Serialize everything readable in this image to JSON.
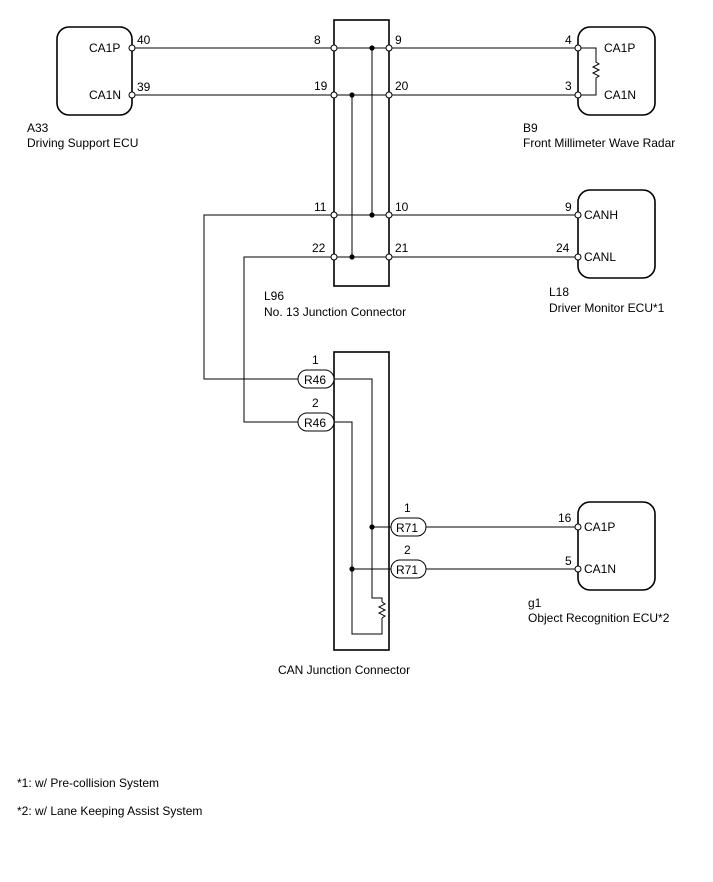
{
  "a33": {
    "code": "A33",
    "name": "Driving Support ECU",
    "p1": "CA1P",
    "p2": "CA1N",
    "n1": "40",
    "n2": "39"
  },
  "b9": {
    "code": "B9",
    "name": "Front Millimeter Wave Radar",
    "p1": "CA1P",
    "p2": "CA1N",
    "n1": "4",
    "n2": "3"
  },
  "l96": {
    "code": "L96",
    "name": "No. 13 Junction Connector",
    "p8": "8",
    "p9": "9",
    "p19": "19",
    "p20": "20",
    "p11": "11",
    "p10": "10",
    "p22": "22",
    "p21": "21"
  },
  "l18": {
    "code": "L18",
    "name": "Driver Monitor ECU*1",
    "p1": "CANH",
    "p2": "CANL",
    "n1": "9",
    "n2": "24"
  },
  "can": {
    "name": "CAN Junction Connector",
    "tag1": "R46",
    "tag2": "R46",
    "tag3": "R71",
    "tag4": "R71",
    "n1": "1",
    "n2": "2",
    "n3": "1",
    "n4": "2"
  },
  "g1": {
    "code": "g1",
    "name": "Object Recognition ECU*2",
    "p1": "CA1P",
    "p2": "CA1N",
    "n1": "16",
    "n2": "5"
  },
  "notes": [
    "*1: w/ Pre-collision System",
    "*2: w/ Lane Keeping Assist System"
  ]
}
